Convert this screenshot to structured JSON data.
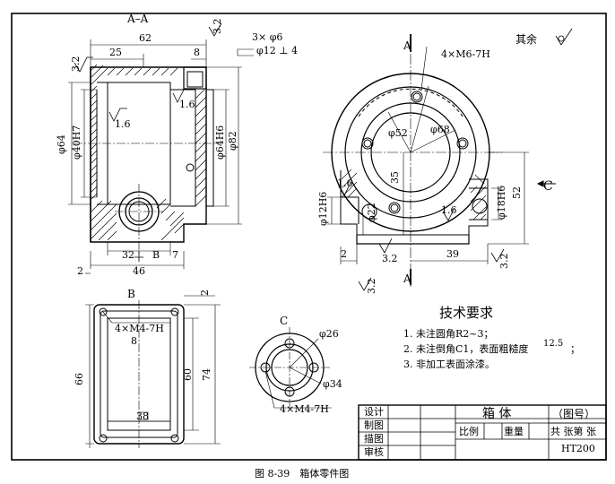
{
  "views": {
    "section_aa": "A–A",
    "view_b": "B",
    "view_c": "C",
    "cut_a": "A",
    "arrow_c": "C"
  },
  "roughness_other": "其余",
  "dims": {
    "d62": "62",
    "d25": "25",
    "d8": "8",
    "r32": "3.2",
    "holes_3x6": "3× φ6",
    "cbore": "φ12 ⊥ 4",
    "r16": "1.6",
    "d64": "φ64",
    "d40h7": "φ40H7",
    "d64h6": "φ64H6",
    "d82": "φ82",
    "d32": "32",
    "d46": "46",
    "d7": "7",
    "d2": "2",
    "m6": "4×M6-7H",
    "d52dia": "φ52",
    "d68": "φ68",
    "d35": "35",
    "d52": "52",
    "d12h6": "φ12H6",
    "d22": "φ22",
    "d18h6": "φ18H6",
    "d39": "39",
    "m4_b": "4×M4-7H",
    "d8b": "8",
    "d66": "66",
    "d60": "60",
    "d74": "74",
    "d38": "38",
    "d26": "φ26",
    "d34": "φ34",
    "m4_c": "4×M4-7H",
    "d2b": "2"
  },
  "requirements": {
    "title": "技术要求",
    "line1": "1. 未注圆角R2~3；",
    "line2": "2. 未注倒角C1，表面粗糙度",
    "line2_val": "12.5",
    "line2_end": "；",
    "line3": "3. 非加工表面涂漆。"
  },
  "title_block": {
    "design": "设计",
    "draw": "制图",
    "trace": "描图",
    "review": "审核",
    "part_name": "箱 体",
    "drawing_no": "（图号）",
    "scale": "比例",
    "weight": "重量",
    "sheets": "共 张第 张",
    "material": "HT200"
  },
  "caption": "图 8-39　箱体零件图"
}
